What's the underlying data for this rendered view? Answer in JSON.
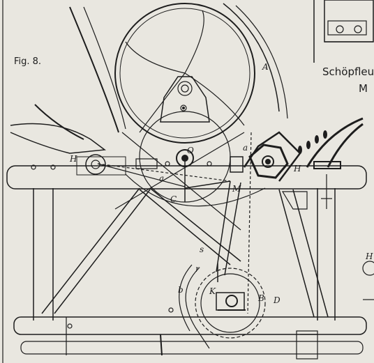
{
  "figure": {
    "caption": "Fig. 8.",
    "header_text": "Schöpfleu",
    "header_text_2": "M"
  },
  "labels": {
    "A": "A",
    "O": "O",
    "a_upper": "a",
    "a_lower": "a",
    "C": "C",
    "M": "M",
    "H_left": "H",
    "H_right": "H",
    "s": "s",
    "r": "r",
    "b": "b",
    "K": "K",
    "B": "B",
    "D": "D",
    "H_edge": "H"
  },
  "colors": {
    "ink": "#1d1d1d",
    "paper": "#e9e7e0"
  }
}
